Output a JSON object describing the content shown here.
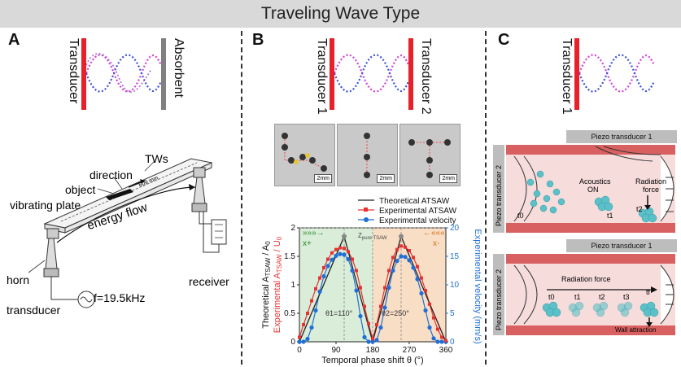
{
  "banner": {
    "title": "Traveling Wave Type"
  },
  "panel_a": {
    "label": "A",
    "transducer": "Transducer",
    "absorbent": "Absorbent",
    "tws": "TWs",
    "direction": "direction",
    "object": "object",
    "vibrating_plate": "vibrating plate",
    "energy_flow": "energy flow",
    "horn": "horn",
    "transducer_low": "transducer",
    "receiver": "receiver",
    "frequency": "f=19.5kHz",
    "dimension": "609 mm"
  },
  "panel_b": {
    "label": "B",
    "transducer1": "Transducer 1",
    "transducer2": "Transducer 2",
    "scale1": "2mm",
    "scale2": "2mm",
    "scale3": "2mm"
  },
  "panel_c": {
    "label": "C",
    "transducer1": "Transducer 1",
    "piezo1_top": "Piezo transducer 1",
    "piezo2_top": "Piezo transducer 2",
    "acoustics": "Acoustics",
    "on": "ON",
    "radiation_force": "Radiation force",
    "t0": "t0",
    "t1": "t1",
    "t2": "t2",
    "piezo1_bot": "Piezo transducer 1",
    "piezo2_bot": "Piezo transducer 2",
    "radiation_force_bot": "Radiation force",
    "t0b": "t0",
    "t1b": "t1",
    "t2b": "t2",
    "t3b": "t3",
    "tfb": "tf",
    "wall_attraction": "Wall attraction"
  },
  "colors": {
    "transducer": "#e8202a",
    "absorbent": "#808080",
    "wave_magenta": "#d63bd6",
    "wave_blue": "#3a4fd6",
    "theory": "#222222",
    "exp_amp": "#e63232",
    "exp_vel": "#1f6fd6"
  },
  "chart_data": {
    "type": "line",
    "xlabel": "Temporal phase shift θ (°)",
    "ylabel_left": "Theoretical ATSAW / A0 ; Experimental ATSAW / U0",
    "ylabel_right": "Experimental velocity (mm/s)",
    "xlim": [
      0,
      360
    ],
    "ylim_left": [
      0,
      2
    ],
    "ylim_right": [
      0,
      20
    ],
    "xticks": [
      "0",
      "90",
      "180",
      "270",
      "360"
    ],
    "yticks_left": [
      "0",
      "0.5",
      "1",
      "1.5",
      "2"
    ],
    "yticks_right": [
      "0",
      "5",
      "10",
      "15",
      "20"
    ],
    "legend": [
      "Theoretical ATSAW",
      "Experimental ATSAW",
      "Experimental velocity"
    ],
    "annotations": {
      "zpure": "Zpure TSAW",
      "theta1": "θ1=110°",
      "theta2": "θ2=250°",
      "xplus": "x+",
      "xminus": "x-"
    },
    "series": [
      {
        "name": "Theoretical ATSAW",
        "x": [
          0,
          110,
          180,
          250,
          360
        ],
        "y": [
          0,
          1.85,
          0,
          1.85,
          0
        ]
      },
      {
        "name": "Experimental ATSAW",
        "x": [
          0,
          10,
          20,
          30,
          40,
          50,
          60,
          70,
          80,
          90,
          100,
          110,
          120,
          130,
          140,
          150,
          160,
          170,
          180,
          190,
          200,
          210,
          220,
          230,
          240,
          250,
          260,
          270,
          280,
          290,
          300,
          310,
          320,
          330,
          340,
          350,
          360
        ],
        "y": [
          0.08,
          0.3,
          0.5,
          0.72,
          0.93,
          1.12,
          1.3,
          1.45,
          1.56,
          1.62,
          1.65,
          1.64,
          1.58,
          1.45,
          1.25,
          0.95,
          0.62,
          0.32,
          0.05,
          0.3,
          0.62,
          0.95,
          1.25,
          1.48,
          1.62,
          1.68,
          1.66,
          1.6,
          1.48,
          1.32,
          1.12,
          0.9,
          0.66,
          0.42,
          0.22,
          0.08,
          0.02
        ]
      },
      {
        "name": "Experimental velocity",
        "x": [
          0,
          10,
          20,
          30,
          40,
          50,
          60,
          70,
          80,
          90,
          100,
          110,
          120,
          130,
          140,
          150,
          160,
          170,
          180,
          190,
          200,
          210,
          220,
          230,
          240,
          250,
          260,
          270,
          280,
          290,
          300,
          310,
          320,
          330,
          340,
          350,
          360
        ],
        "y": [
          0,
          0,
          0.5,
          2.5,
          5.5,
          8.8,
          11.5,
          13.3,
          14.4,
          15.1,
          15.4,
          15.3,
          14.5,
          12.5,
          9,
          4.5,
          0.8,
          0,
          0,
          0.3,
          2.5,
          6,
          9.5,
          12.5,
          14.2,
          15,
          14.9,
          14.3,
          13,
          11,
          8.5,
          5.5,
          2.5,
          0.6,
          0,
          0,
          0
        ]
      }
    ]
  }
}
